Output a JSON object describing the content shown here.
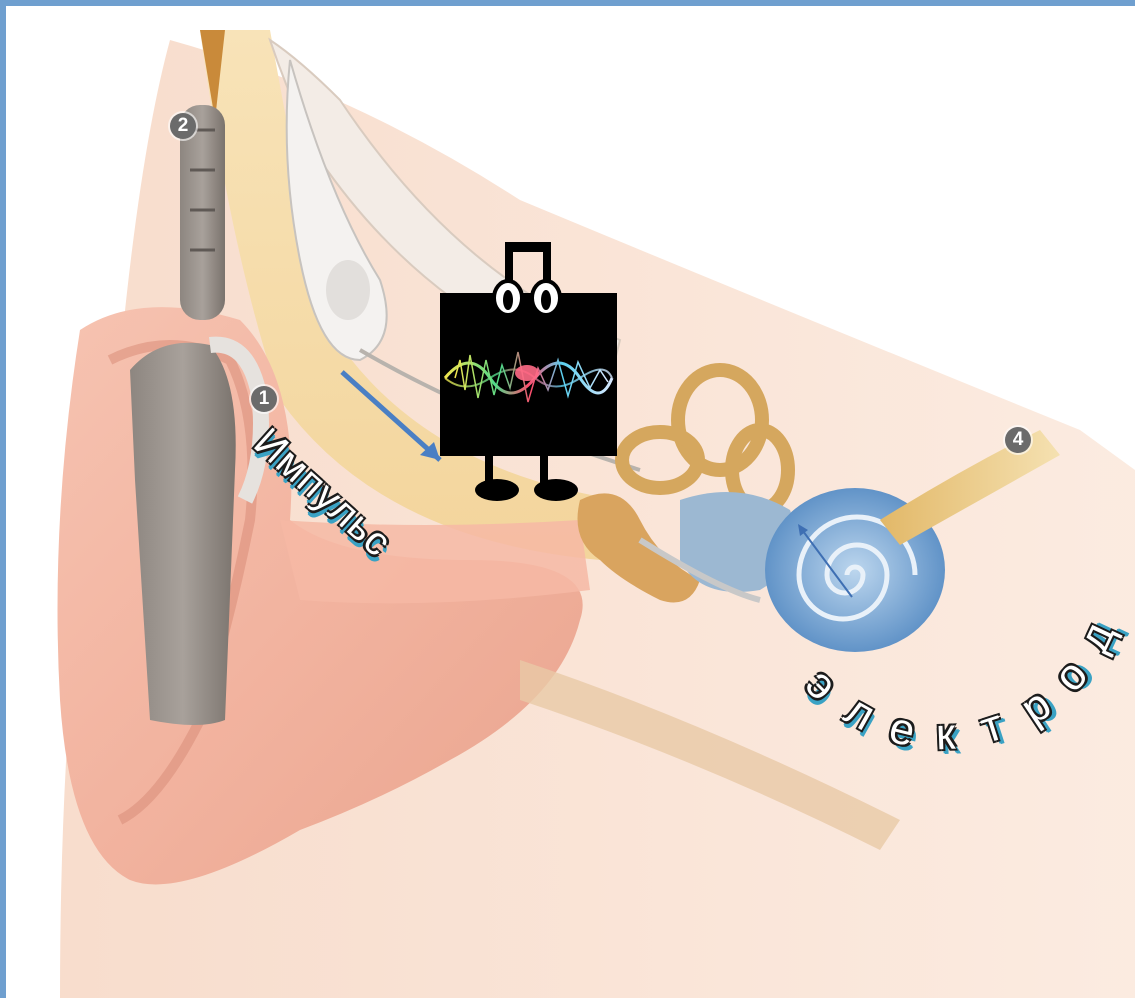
{
  "badges": {
    "one": "1",
    "two": "2",
    "four": "4"
  },
  "labels": {
    "impulse": "Импульс",
    "electrode": "электрод"
  },
  "icons": {
    "music_character": "music-note-character-icon",
    "arrow": "arrow-icon"
  },
  "colors": {
    "frame": "#6f9fcf",
    "arrow": "#4a7fc4",
    "label_shadow": "#3aa2c4",
    "cochlea": "#5d8fc4"
  }
}
